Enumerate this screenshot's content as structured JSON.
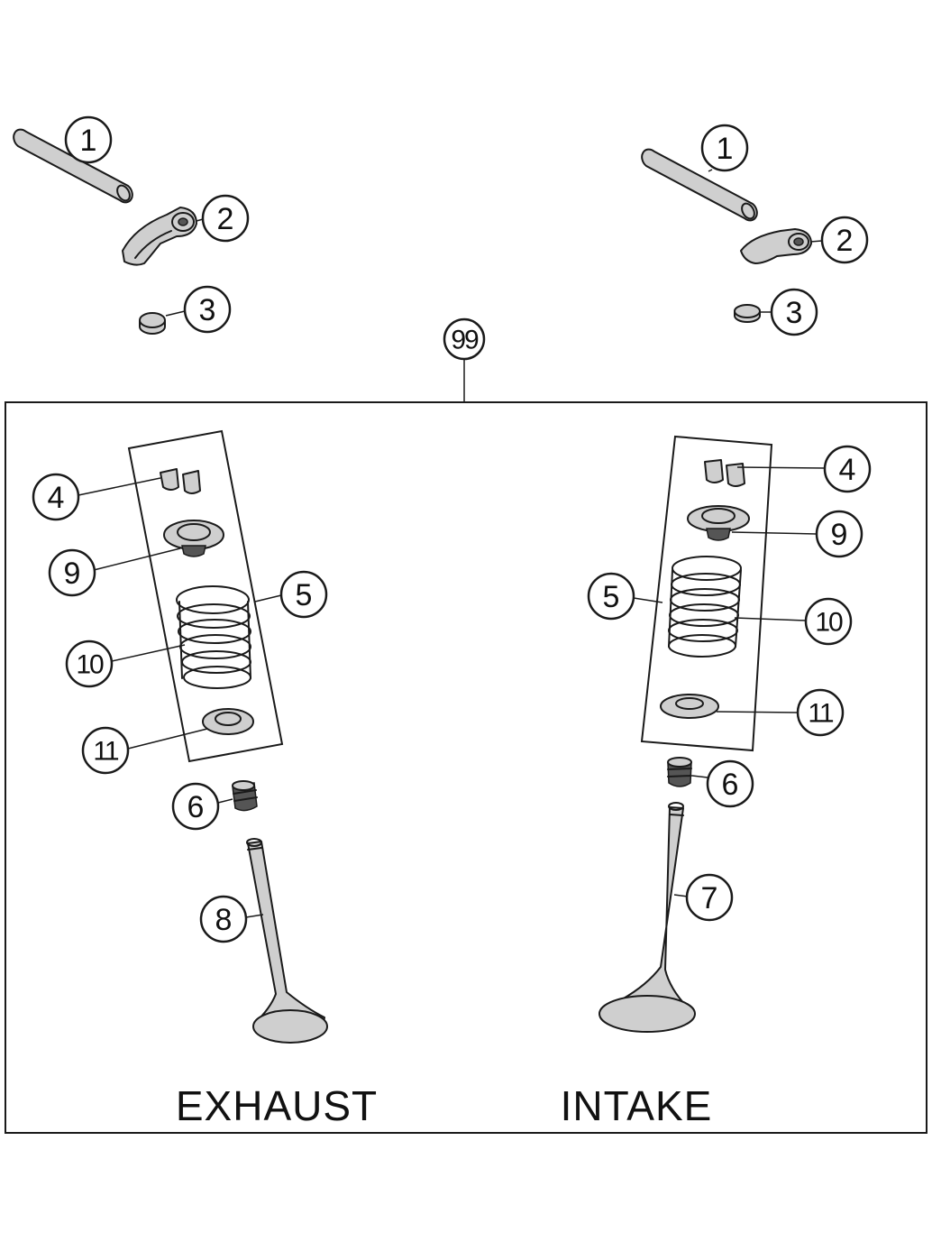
{
  "assembly_callout": "99",
  "sections": {
    "exhaust": {
      "label": "EXHAUST"
    },
    "intake": {
      "label": "INTAKE"
    }
  },
  "callouts": {
    "exhaust": {
      "shaft": "1",
      "rocker_arm": "2",
      "cap": "3",
      "collets": "4",
      "spring_kit_group": "5",
      "stem_seal": "6",
      "valve": "8",
      "spring_retainer": "9",
      "valve_spring": "10",
      "spring_seat": "11"
    },
    "intake": {
      "shaft": "1",
      "rocker_arm": "2",
      "cap": "3",
      "collets": "4",
      "spring_kit_group": "5",
      "stem_seal": "6",
      "valve": "7",
      "spring_retainer": "9",
      "valve_spring": "10",
      "spring_seat": "11"
    }
  }
}
